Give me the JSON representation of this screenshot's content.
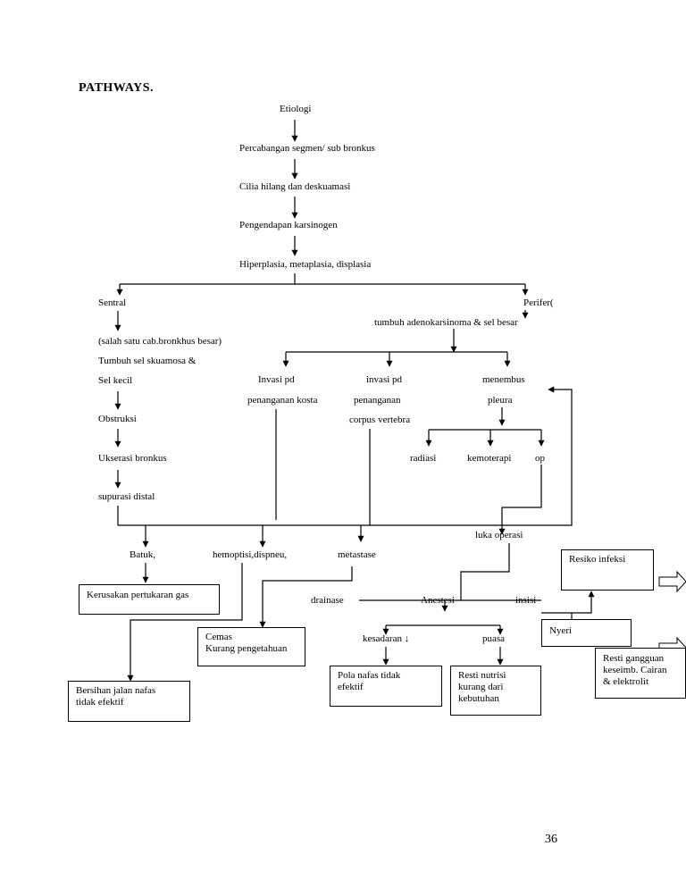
{
  "heading": "PATHWAYS.",
  "page_number": "36",
  "chain": {
    "etiologi": "Etiologi",
    "percabangan": "Percabangan segmen/ sub bronkus",
    "cilia": "Cilia hilang dan deskuamasi",
    "pengendapan": "Pengendapan karsinogen",
    "hiperplasia": "Hiperplasia, metaplasia, displasia"
  },
  "sentral": {
    "label": "Sentral",
    "line1": "(salah satu cab.bronkhus besar)",
    "line2": "Tumbuh sel skuamosa &",
    "line3": "Sel kecil",
    "obstruksi": "Obstruksi",
    "ukserasi": "Ukserasi bronkus",
    "supurasi": "supurasi distal"
  },
  "perifer": {
    "label": "Perifer(",
    "sub": "tumbuh adenokarsinoma & sel besar",
    "invasi_kosta": [
      "Invasi pd",
      "penanganan kosta"
    ],
    "invasi_vertebra": [
      "invasi pd",
      "penanganan",
      "corpus vertebra"
    ],
    "menembus": [
      "menembus",
      "pleura"
    ],
    "treatments": [
      "radiasi",
      "kemoterapi",
      "op"
    ]
  },
  "outcomes": {
    "batuk": "Batuk,",
    "hemoptisi": "hemoptisi,dispneu,",
    "metastase": "metastase",
    "luka_operasi": "luka operasi",
    "drainase": "drainase",
    "anestesi": "Anestesi",
    "insisi": "insisi",
    "kesadaran": "kesadaran ↓",
    "puasa": "puasa"
  },
  "boxes": {
    "kerusakan": [
      "Kerusakan pertukaran gas"
    ],
    "cemas": [
      "Cemas",
      "Kurang pengetahuan"
    ],
    "bersihan": [
      "Bersihan jalan nafas",
      "tidak efektif"
    ],
    "pola": [
      "Pola  nafas tidak",
      "efektif"
    ],
    "resti_nutrisi": [
      "Resti nutrisi",
      "kurang dari",
      "kebutuhan"
    ],
    "resiko_infeksi": [
      "Resiko infeksi"
    ],
    "nyeri": [
      "Nyeri"
    ],
    "resti_cairan": [
      "Resti gangguan",
      "keseimb. Cairan",
      "& elektrolit"
    ]
  }
}
